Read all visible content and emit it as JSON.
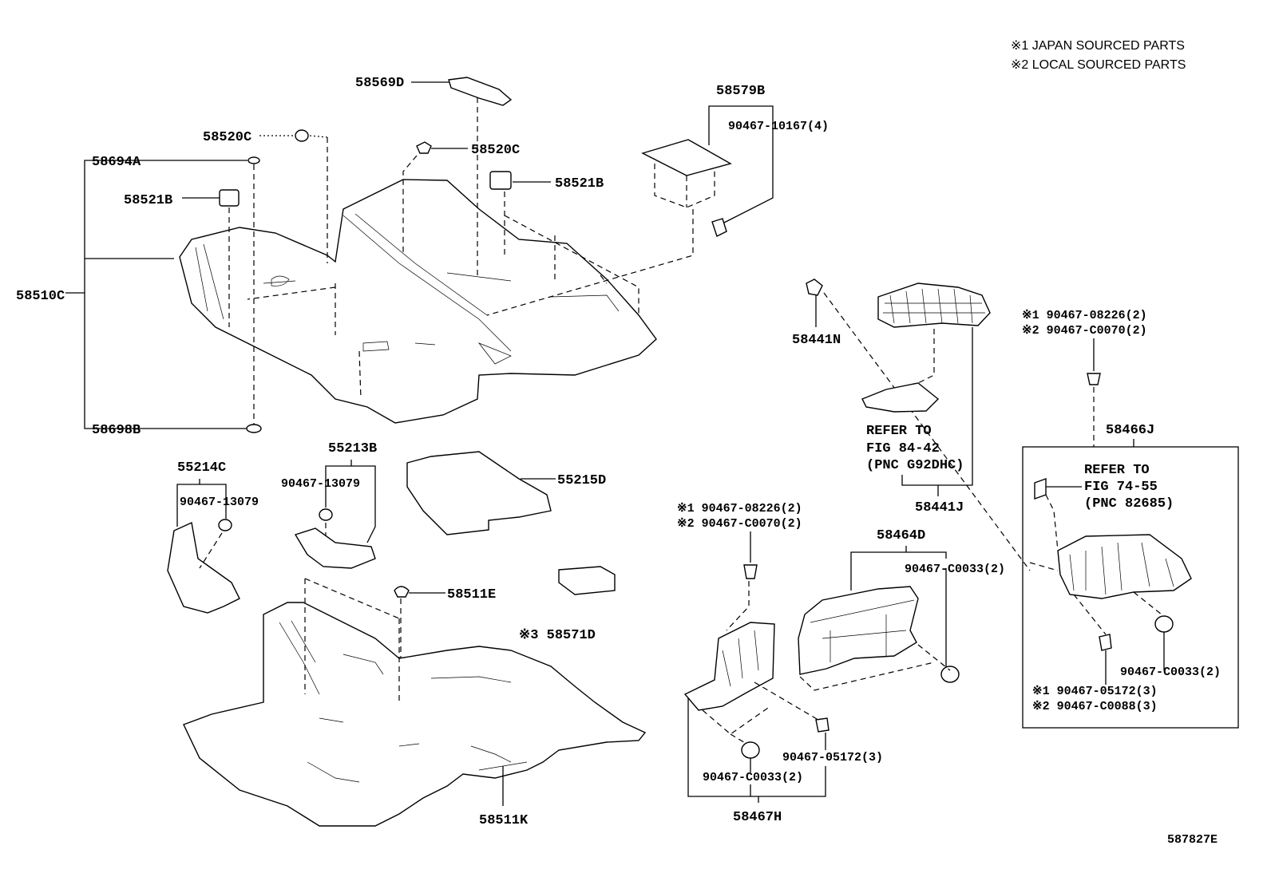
{
  "notes": {
    "line1": "※1 JAPAN SOURCED PARTS",
    "line2": "※2 LOCAL SOURCED PARTS"
  },
  "figure_code": "587827E",
  "labels": {
    "p58569D": "58569D",
    "p58579B": "58579B",
    "p90467_10167": "90467-10167(4)",
    "p58520C_a": "58520C",
    "p58520C_b": "58520C",
    "p58694A": "58694A",
    "p58521B_a": "58521B",
    "p58521B_b": "58521B",
    "p58510C": "58510C",
    "p58698B": "58698B",
    "p58441N": "58441N",
    "j1_90467_08226_top": "※1 90467-08226(2)",
    "j2_90467_C0070_top": "※2 90467-C0070(2)",
    "p58466J": "58466J",
    "refer_a1": "REFER TO",
    "refer_a2": "FIG 84-42",
    "refer_a3": "(PNC G92DHC)",
    "p58441J": "58441J",
    "refer_b1": "REFER TO",
    "refer_b2": "FIG 74-55",
    "refer_b3": "(PNC 82685)",
    "p55214C": "55214C",
    "p90467_13079_a": "90467-13079",
    "p55213B": "55213B",
    "p90467_13079_b": "90467-13079",
    "p55215D": "55215D",
    "p58511E": "58511E",
    "p58571D": "※3 58571D",
    "p58511K": "58511K",
    "j1_90467_08226_mid": "※1 90467-08226(2)",
    "j2_90467_C0070_mid": "※2 90467-C0070(2)",
    "p58464D": "58464D",
    "p90467_C0033_a": "90467-C0033(2)",
    "p90467_C0033_b": "90467-C0033(2)",
    "j1_90467_05172": "※1 90467-05172(3)",
    "j2_90467_C0088": "※2 90467-C0088(3)",
    "p90467_05172": "90467-05172(3)",
    "p90467_C0033_c": "90467-C0033(2)",
    "p58467H": "58467H"
  }
}
